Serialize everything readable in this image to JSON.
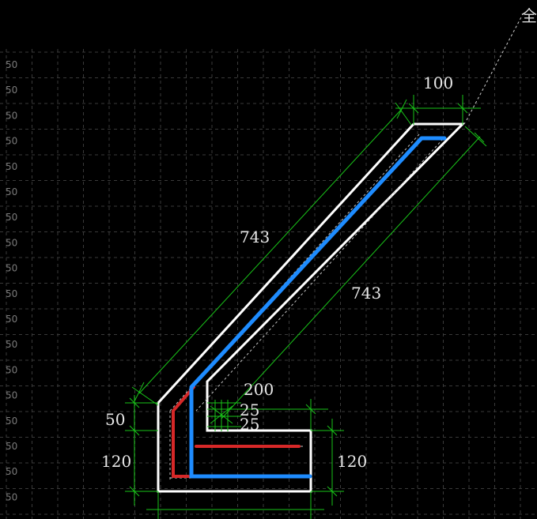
{
  "corner_text": "全",
  "row_labels": [
    "50",
    "50",
    "50",
    "50",
    "50",
    "50",
    "50",
    "50",
    "50",
    "50",
    "50",
    "50",
    "50",
    "50",
    "50",
    "50",
    "50",
    "50"
  ],
  "dimensions": {
    "top_width": "100",
    "upper_length": "743",
    "lower_length": "743",
    "foot_length": "200",
    "offset_a": "25",
    "offset_b": "25",
    "left_top": "50",
    "left_bottom": "120",
    "right_height": "120"
  },
  "colors": {
    "background": "#000000",
    "grid": "#3a3a3a",
    "outline": "#ffffff",
    "dimension_line": "#19c419",
    "rebar_main": "#1e8cff",
    "rebar_secondary": "#d62828",
    "row_label": "#7a7a7a"
  }
}
